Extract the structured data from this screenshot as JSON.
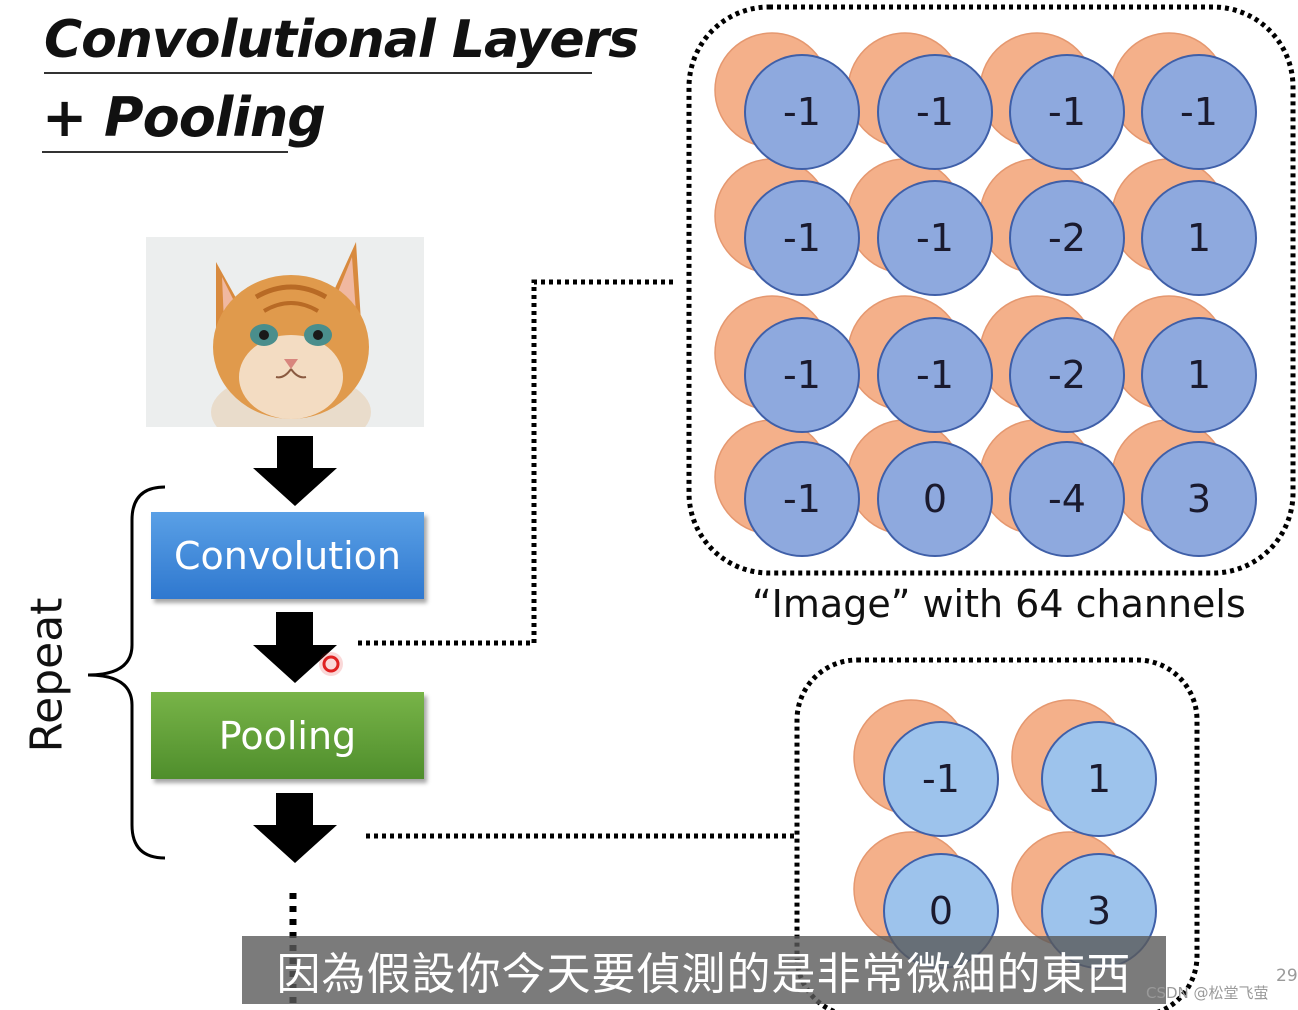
{
  "title": {
    "line1": "Convolutional Layers",
    "line2": "+ Pooling"
  },
  "flow": {
    "convolution_label": "Convolution",
    "pooling_label": "Pooling",
    "repeat_label": "Repeat"
  },
  "conv_output": {
    "caption": "“Image” with 64 channels",
    "grid": [
      [
        "-1",
        "-1",
        "-1",
        "-1"
      ],
      [
        "-1",
        "-1",
        "-2",
        "1"
      ],
      [
        "-1",
        "-1",
        "-2",
        "1"
      ],
      [
        "-1",
        "0",
        "-4",
        "3"
      ]
    ]
  },
  "pool_output": {
    "grid": [
      [
        "-1",
        "1"
      ],
      [
        "0",
        "3"
      ]
    ]
  },
  "colors": {
    "front_circle": "#8ea9de",
    "front_circle_light": "#9dc3ec",
    "back_circle": "#f4b08a",
    "convolution_box": "#3d8ad9",
    "pooling_box": "#63a03a"
  },
  "subtitle": "因為假設你今天要偵測的是非常微細的東西",
  "watermark": "CSDN @松堂飞萤",
  "page_number": "29"
}
